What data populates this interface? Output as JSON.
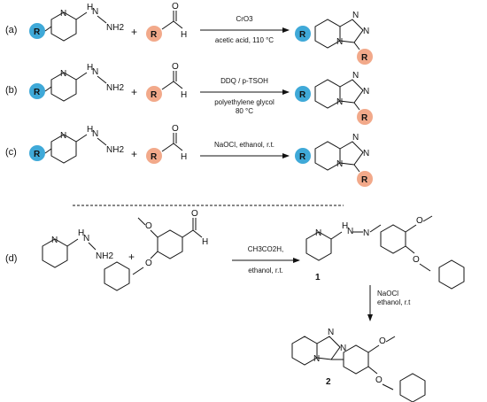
{
  "colors": {
    "r1_blue": "#3fa9d8",
    "r2_orange": "#f2a98a",
    "ink": "#111111"
  },
  "rows": [
    {
      "label": "(a)",
      "conditions": [
        "CrO3",
        "acetic acid, 110 °C"
      ]
    },
    {
      "label": "(b)",
      "conditions": [
        "DDQ / p-TSOH",
        "polyethylene glycol",
        "80 °C"
      ]
    },
    {
      "label": "(c)",
      "conditions": [
        "NaOCl, ethanol, r.t."
      ]
    }
  ],
  "row_d": {
    "label": "(d)",
    "step1_conditions": [
      "CH3CO2H,",
      "ethanol, r.t."
    ],
    "step2_conditions": [
      "NaOCl",
      "ethanol, r.t"
    ],
    "compound_1": "1",
    "compound_2": "2"
  },
  "symbols": {
    "plus": "+",
    "R": "R",
    "N": "N",
    "H": "H",
    "O": "O",
    "NH2": "NH2",
    "NH": "N",
    "HN": "H"
  }
}
